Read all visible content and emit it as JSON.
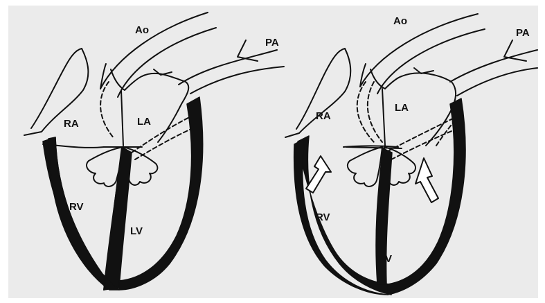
{
  "figure": {
    "background": "#ebebeb",
    "ink": "#111111",
    "panels": [
      {
        "name": "left-heart",
        "labels": {
          "ao": "Ao",
          "pa": "PA",
          "ra": "RA",
          "la": "LA",
          "rv": "RV",
          "lv": "LV"
        }
      },
      {
        "name": "right-heart",
        "labels": {
          "ao": "Ao",
          "pa": "PA",
          "ra": "RA",
          "la": "LA",
          "rv": "RV",
          "lv": "LV"
        }
      }
    ]
  }
}
